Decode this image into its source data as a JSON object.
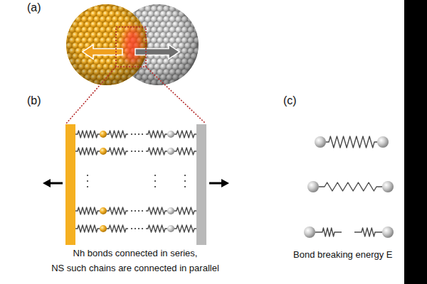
{
  "diagram": {
    "labels": [
      "(a)",
      "(b)",
      "(c)",
      "Nh bonds connected in series,",
      "NS such chains are connected in parallel",
      "Bond breaking energy E"
    ]
  }
}
